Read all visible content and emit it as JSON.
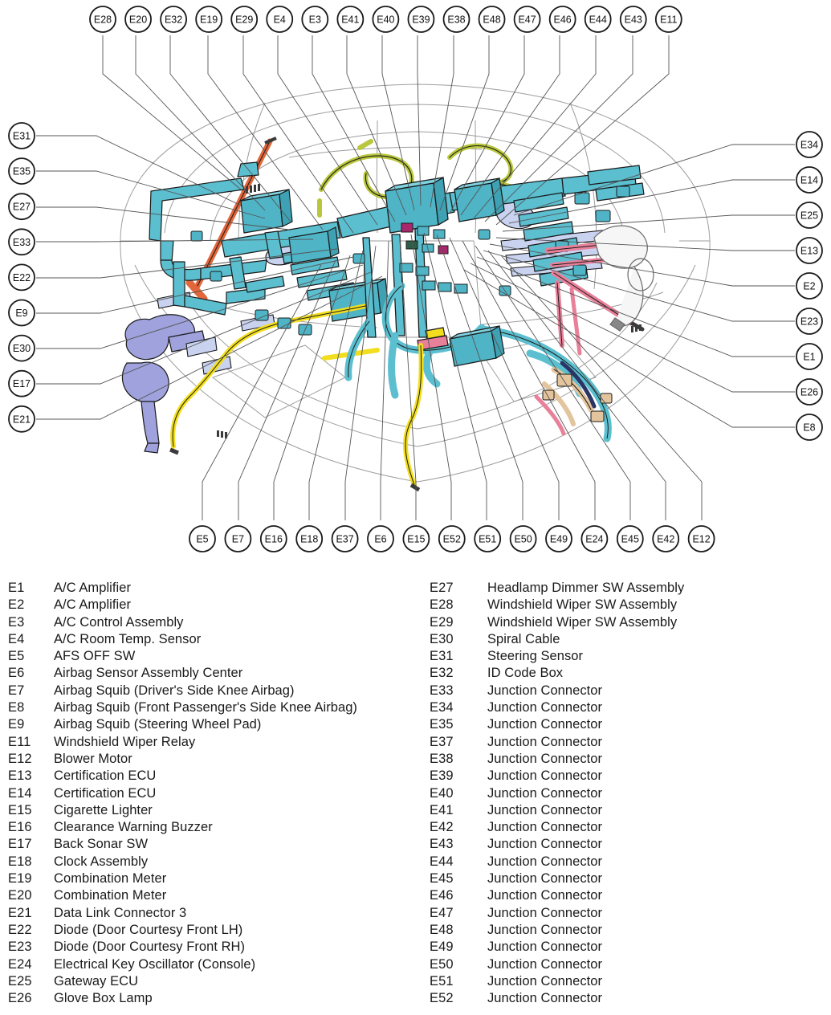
{
  "figure": {
    "title": "Wire Harness Connector Location Diagram",
    "colors": {
      "harness_teal": "#5BBFD0",
      "harness_teal_dark": "#2E8C9E",
      "accent_pink": "#E8809A",
      "accent_yellow": "#F2DE1E",
      "accent_olive": "#B9C73C",
      "accent_orange": "#E2663A",
      "accent_periwinkle": "#9FA2DC",
      "accent_lavender": "#C9D3F0",
      "accent_tan": "#E3C49C",
      "accent_navy": "#2A3566",
      "accent_magenta": "#A8286B",
      "outline": "#1a1a1a",
      "body_line": "#9a9a9a",
      "leader_line": "#555555",
      "background": "#ffffff"
    },
    "callouts": {
      "top": [
        "E28",
        "E20",
        "E32",
        "E19",
        "E29",
        "E4",
        "E3",
        "E41",
        "E40",
        "E39",
        "E38",
        "E48",
        "E47",
        "E46",
        "E44",
        "E43",
        "E11"
      ],
      "bottom": [
        "E5",
        "E7",
        "E16",
        "E18",
        "E37",
        "E6",
        "E15",
        "E52",
        "E51",
        "E50",
        "E49",
        "E24",
        "E45",
        "E42",
        "E12"
      ],
      "left": [
        "E31",
        "E35",
        "E27",
        "E33",
        "E22",
        "E9",
        "E30",
        "E17",
        "E21"
      ],
      "right": [
        "E34",
        "E14",
        "E25",
        "E13",
        "E2",
        "E23",
        "E1",
        "E26",
        "E8"
      ]
    }
  },
  "legend": {
    "left_column": [
      {
        "code": "E1",
        "desc": "A/C Amplifier"
      },
      {
        "code": "E2",
        "desc": "A/C Amplifier"
      },
      {
        "code": "E3",
        "desc": "A/C Control Assembly"
      },
      {
        "code": "E4",
        "desc": "A/C Room Temp. Sensor"
      },
      {
        "code": "E5",
        "desc": "AFS OFF SW"
      },
      {
        "code": "E6",
        "desc": "Airbag Sensor Assembly Center"
      },
      {
        "code": "E7",
        "desc": "Airbag Squib (Driver's Side Knee Airbag)"
      },
      {
        "code": "E8",
        "desc": "Airbag Squib (Front Passenger's Side Knee Airbag)"
      },
      {
        "code": "E9",
        "desc": "Airbag Squib (Steering Wheel Pad)"
      },
      {
        "code": "E11",
        "desc": "Windshield Wiper Relay"
      },
      {
        "code": "E12",
        "desc": "Blower Motor"
      },
      {
        "code": "E13",
        "desc": "Certification ECU"
      },
      {
        "code": "E14",
        "desc": "Certification ECU"
      },
      {
        "code": "E15",
        "desc": "Cigarette Lighter"
      },
      {
        "code": "E16",
        "desc": "Clearance Warning Buzzer"
      },
      {
        "code": "E17",
        "desc": "Back Sonar SW"
      },
      {
        "code": "E18",
        "desc": "Clock Assembly"
      },
      {
        "code": "E19",
        "desc": "Combination Meter"
      },
      {
        "code": "E20",
        "desc": "Combination Meter"
      },
      {
        "code": "E21",
        "desc": "Data Link Connector 3"
      },
      {
        "code": "E22",
        "desc": "Diode (Door Courtesy Front LH)"
      },
      {
        "code": "E23",
        "desc": "Diode (Door Courtesy Front RH)"
      },
      {
        "code": "E24",
        "desc": "Electrical Key Oscillator (Console)"
      },
      {
        "code": "E25",
        "desc": "Gateway ECU"
      },
      {
        "code": "E26",
        "desc": "Glove Box Lamp"
      }
    ],
    "right_column": [
      {
        "code": "E27",
        "desc": "Headlamp Dimmer SW Assembly"
      },
      {
        "code": "E28",
        "desc": "Windshield Wiper SW Assembly"
      },
      {
        "code": "E29",
        "desc": "Windshield Wiper SW Assembly"
      },
      {
        "code": "E30",
        "desc": "Spiral Cable"
      },
      {
        "code": "E31",
        "desc": "Steering Sensor"
      },
      {
        "code": "E32",
        "desc": "ID Code Box"
      },
      {
        "code": "E33",
        "desc": "Junction Connector"
      },
      {
        "code": "E34",
        "desc": "Junction Connector"
      },
      {
        "code": "E35",
        "desc": "Junction Connector"
      },
      {
        "code": "E37",
        "desc": "Junction Connector"
      },
      {
        "code": "E38",
        "desc": "Junction Connector"
      },
      {
        "code": "E39",
        "desc": "Junction Connector"
      },
      {
        "code": "E40",
        "desc": "Junction Connector"
      },
      {
        "code": "E41",
        "desc": "Junction Connector"
      },
      {
        "code": "E42",
        "desc": "Junction Connector"
      },
      {
        "code": "E43",
        "desc": "Junction Connector"
      },
      {
        "code": "E44",
        "desc": "Junction Connector"
      },
      {
        "code": "E45",
        "desc": "Junction Connector"
      },
      {
        "code": "E46",
        "desc": "Junction Connector"
      },
      {
        "code": "E47",
        "desc": "Junction Connector"
      },
      {
        "code": "E48",
        "desc": "Junction Connector"
      },
      {
        "code": "E49",
        "desc": "Junction Connector"
      },
      {
        "code": "E50",
        "desc": "Junction Connector"
      },
      {
        "code": "E51",
        "desc": "Junction Connector"
      },
      {
        "code": "E52",
        "desc": "Junction Connector"
      }
    ]
  }
}
